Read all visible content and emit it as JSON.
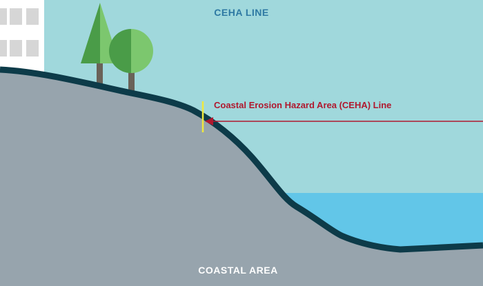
{
  "diagram": {
    "title": "CEHA LINE",
    "callout": "Coastal Erosion Hazard Area (CEHA) Line",
    "land_label": "COASTAL AREA"
  },
  "colors": {
    "sky": "#a0d8dc",
    "land": "#97a4ad",
    "shoreline": "#0d3b49",
    "water": "#62c6e8",
    "title_text": "#2e79a3",
    "callout_text": "#b0182e",
    "arrow": "#b0182e",
    "marker": "#f0e93c",
    "footer_text": "#ffffff",
    "building": "#ffffff",
    "window": "#d6d6d6",
    "tree_light": "#7cc76e",
    "tree_dark": "#4a9c48",
    "trunk": "#6a6258"
  }
}
